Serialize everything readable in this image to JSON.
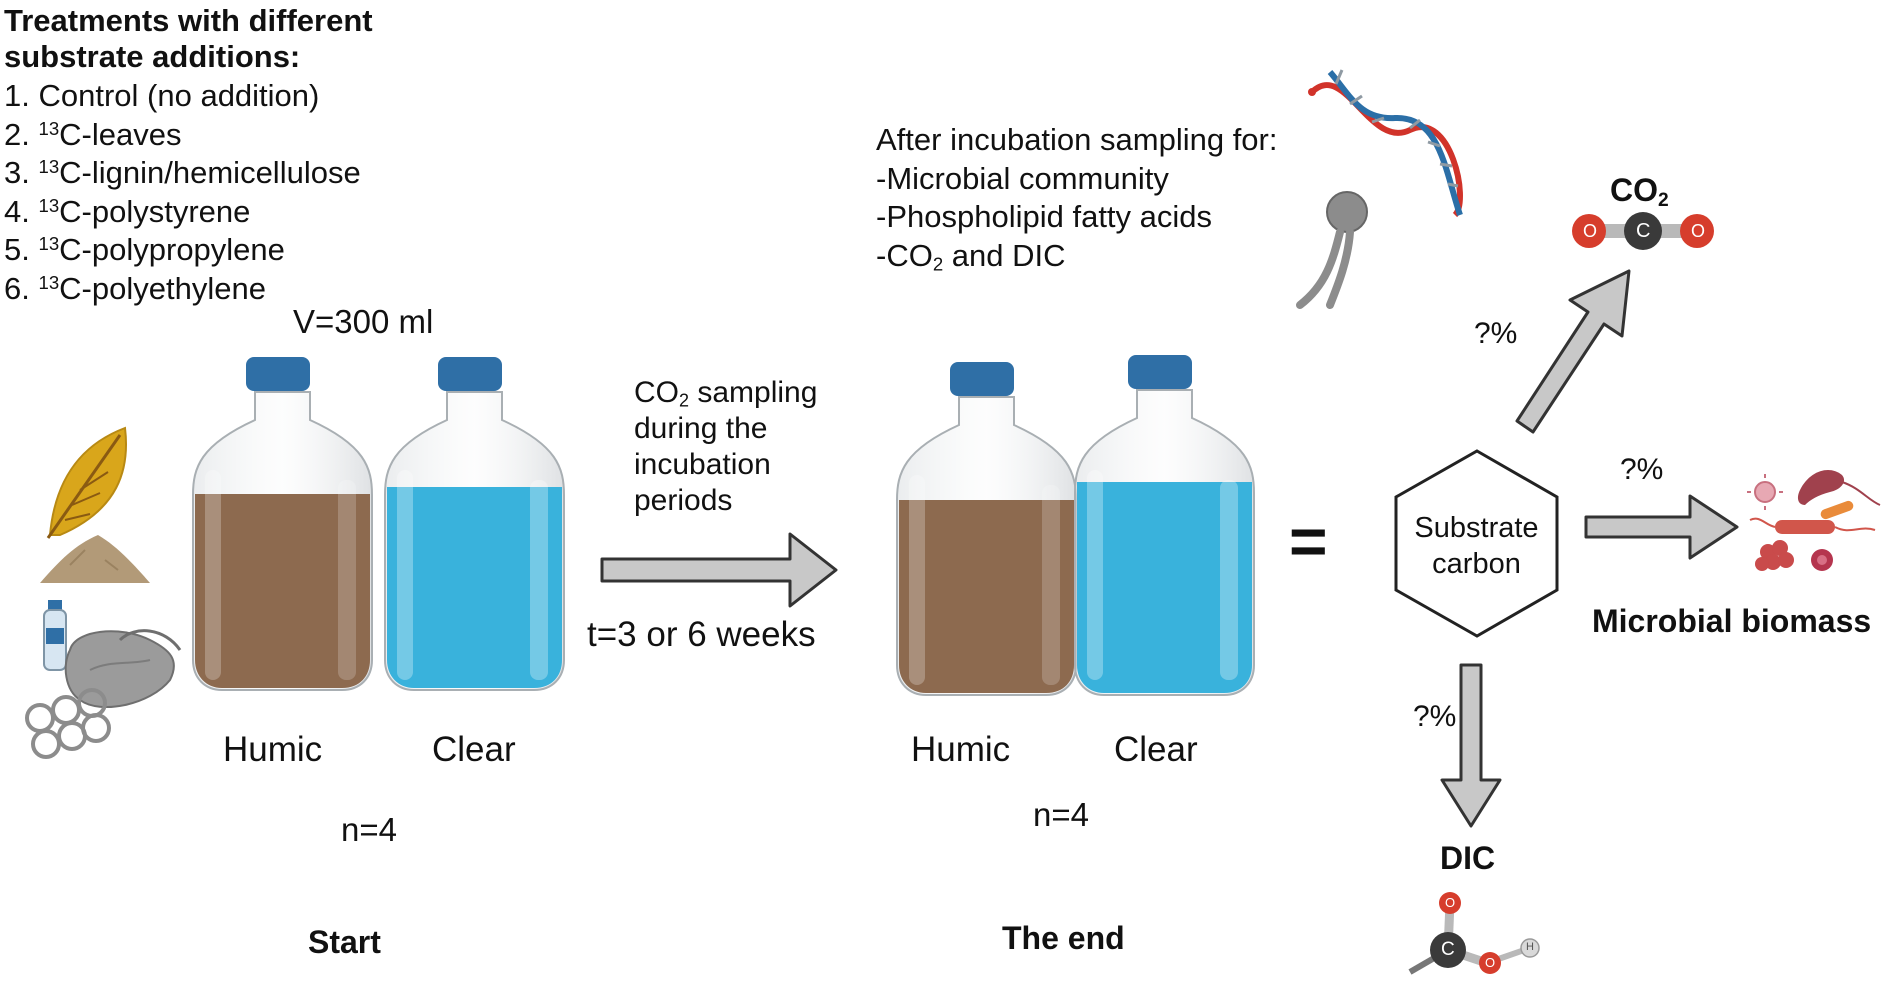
{
  "treatments": {
    "title": "Treatments with different substrate additions:",
    "items": [
      {
        "num": "1.",
        "iso": "",
        "text": "Control (no addition)"
      },
      {
        "num": "2.",
        "iso": "13",
        "text": "C-leaves"
      },
      {
        "num": "3.",
        "iso": "13",
        "text": "C-lignin/hemicellulose"
      },
      {
        "num": "4.",
        "iso": "13",
        "text": "C-polystyrene"
      },
      {
        "num": "5.",
        "iso": "13",
        "text": "C-polypropylene"
      },
      {
        "num": "6.",
        "iso": "13",
        "text": "C-polyethylene"
      }
    ]
  },
  "start": {
    "volume": "V=300 ml",
    "bottle_left": "Humic",
    "bottle_right": "Clear",
    "n": "n=4",
    "label": "Start"
  },
  "incubation": {
    "co2_prefix": "CO",
    "co2_sub": "2",
    "co2_rest": " sampling",
    "line2": "during the",
    "line3": "incubation",
    "line4": "periods",
    "time": "t=3 or 6 weeks"
  },
  "end": {
    "bottle_left": "Humic",
    "bottle_right": "Clear",
    "n": "n=4",
    "label": "The end"
  },
  "sampling": {
    "title": "After incubation sampling for:",
    "item1": "-Microbial community",
    "item2": "-Phospholipid fatty acids",
    "item3_prefix": "-CO",
    "item3_sub": "2",
    "item3_rest": " and DIC"
  },
  "fate": {
    "equals": "=",
    "hex_line1": "Substrate",
    "hex_line2": "carbon",
    "pct_co2": "?%",
    "pct_biomass": "?%",
    "pct_dic": "?%",
    "co2_label": "CO",
    "co2_sub": "2",
    "biomass_label": "Microbial biomass",
    "dic_label": "DIC",
    "atom_o": "O",
    "atom_c": "C",
    "atom_h": "H"
  },
  "colors": {
    "humic_liquid": "#8d6a4f",
    "clear_liquid": "#39b2dc",
    "cap": "#2f6fa6",
    "arrow_fill": "#c8c8c8",
    "oxygen": "#d63d2c",
    "carbon": "#3a3a3a"
  }
}
